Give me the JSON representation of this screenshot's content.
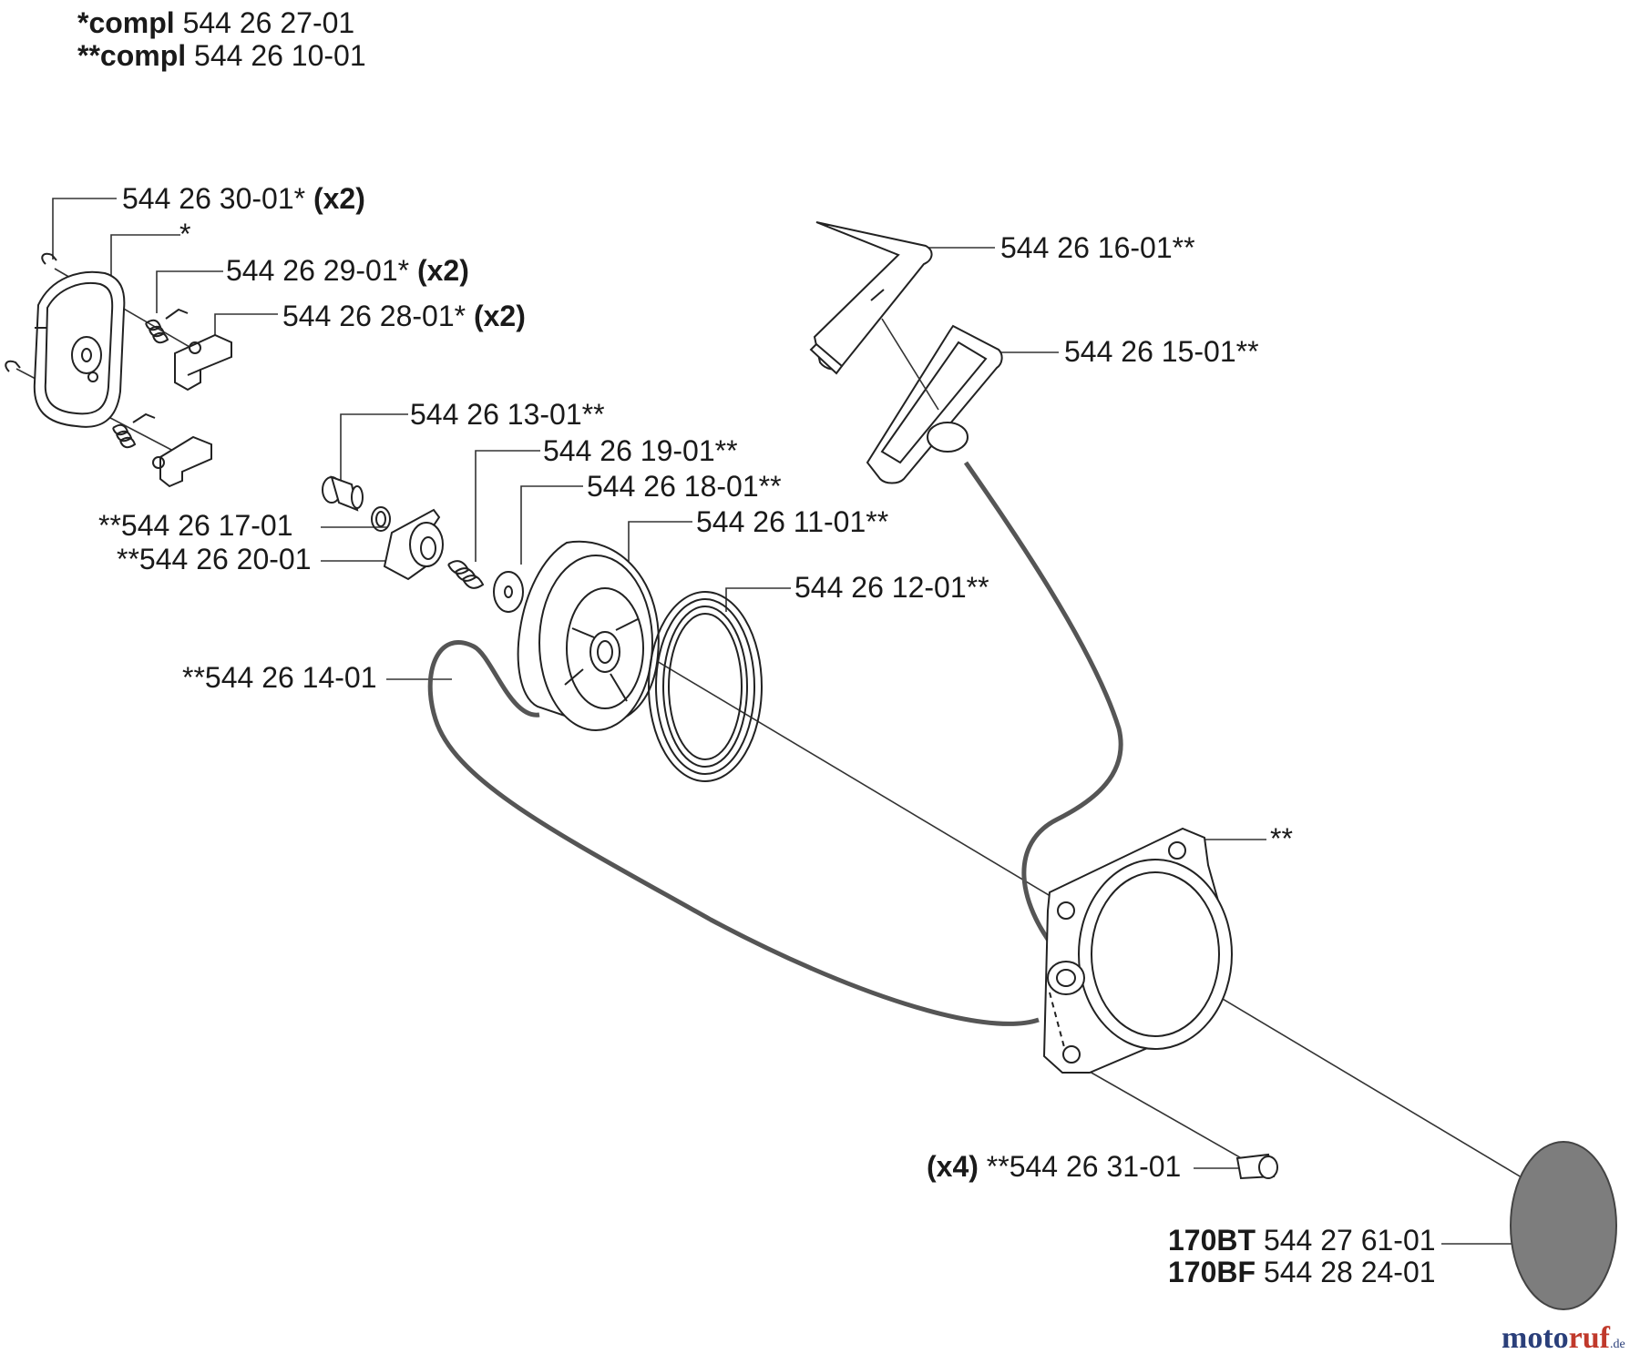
{
  "header": {
    "compl1_prefix": "*compl",
    "compl1_number": "544 26 27-01",
    "compl2_prefix": "**compl",
    "compl2_number": "544 26 10-01"
  },
  "labels": {
    "p3001": "544 26 30-01*",
    "p3001_qty": "(x2)",
    "star_single": "*",
    "p2901": "544 26 29-01*",
    "p2901_qty": "(x2)",
    "p2801": "544 26 28-01*",
    "p2801_qty": "(x2)",
    "p1601": "544 26 16-01**",
    "p1501": "544 26 15-01**",
    "p1301": "544 26 13-01**",
    "p1901": "544 26 19-01**",
    "p1801": "544 26 18-01**",
    "p1701": "**544 26 17-01",
    "p1101": "544 26 11-01**",
    "p2001": "**544 26 20-01",
    "p1201": "544 26 12-01**",
    "p1401": "**544 26 14-01",
    "star_double": "**",
    "p3101_qty": "(x4)",
    "p3101": "**544 26 31-01",
    "bt_model": "170BT",
    "bt_number": "544 27 61-01",
    "bf_model": "170BF",
    "bf_number": "544 28 24-01"
  },
  "watermark": {
    "part1": "moto",
    "part2": "ruf",
    "suffix": ".de"
  },
  "colors": {
    "line": "#222222",
    "rope": "#555555",
    "decal": "#7d7d7d"
  }
}
